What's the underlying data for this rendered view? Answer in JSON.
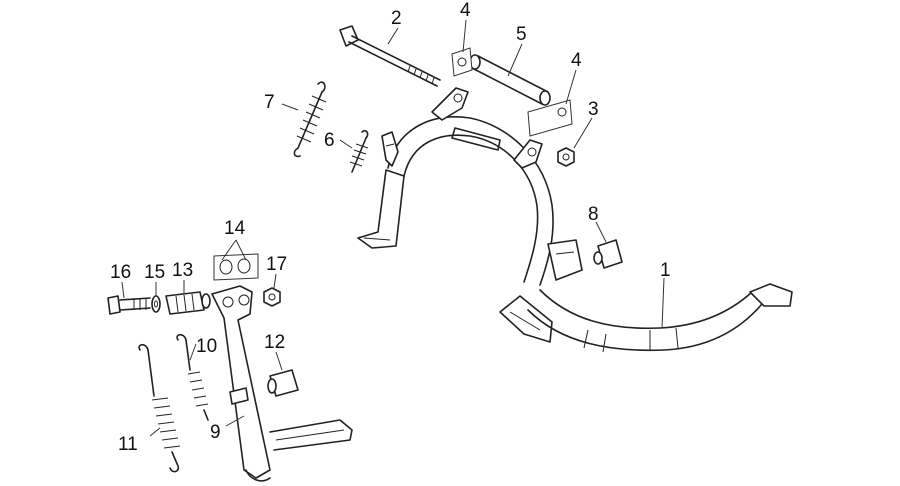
{
  "callouts": {
    "c1": "1",
    "c2": "2",
    "c3": "3",
    "c4a": "4",
    "c4b": "4",
    "c5": "5",
    "c6": "6",
    "c7": "7",
    "c8": "8",
    "c9": "9",
    "c10": "10",
    "c11": "11",
    "c12": "12",
    "c13": "13",
    "c14": "14",
    "c15": "15",
    "c16": "16",
    "c17": "17"
  },
  "colors": {
    "line": "#222222",
    "background": "#ffffff"
  }
}
